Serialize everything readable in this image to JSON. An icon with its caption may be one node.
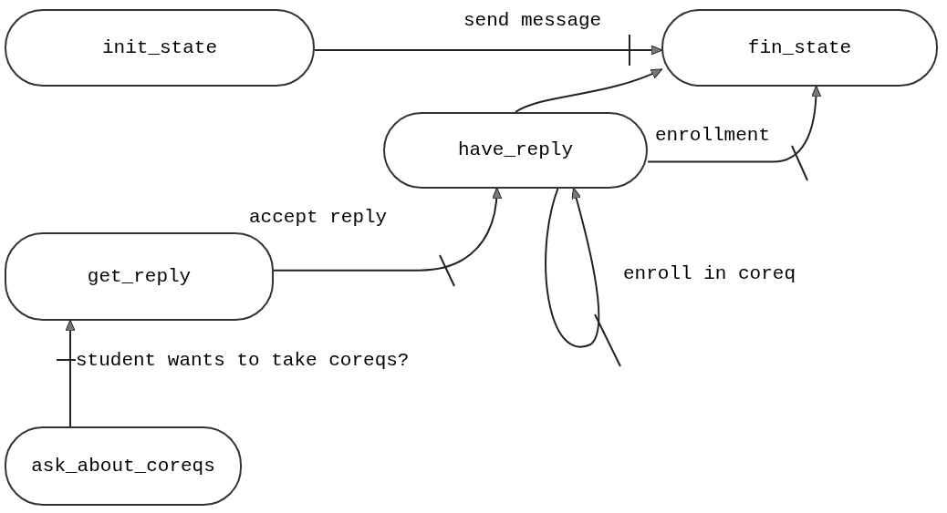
{
  "diagram": {
    "nodes": [
      {
        "text": [
          "init_state"
        ]
      },
      {
        "text": [
          "fin_state"
        ]
      },
      {
        "text": [
          "have_reply"
        ]
      },
      {
        "text": [
          "get_reply"
        ]
      },
      {
        "text": [
          "ask_about_coreqs"
        ]
      }
    ],
    "edges": [
      {
        "from": 0,
        "to": 1,
        "arrow": "to",
        "label": "send message"
      },
      {
        "from": 2,
        "to": 1,
        "arrow": "to"
      },
      {
        "from": 2,
        "to": 1,
        "arrow": "to",
        "label": "enrollment"
      },
      {
        "from": 3,
        "to": 2,
        "arrow": "to",
        "label": "accept reply"
      },
      {
        "from": 2,
        "to": 2,
        "arrow": "to",
        "label": "enroll in coreq"
      },
      {
        "from": 4,
        "to": 3,
        "arrow": "to",
        "label": "student wants to take coreqs?"
      }
    ]
  }
}
